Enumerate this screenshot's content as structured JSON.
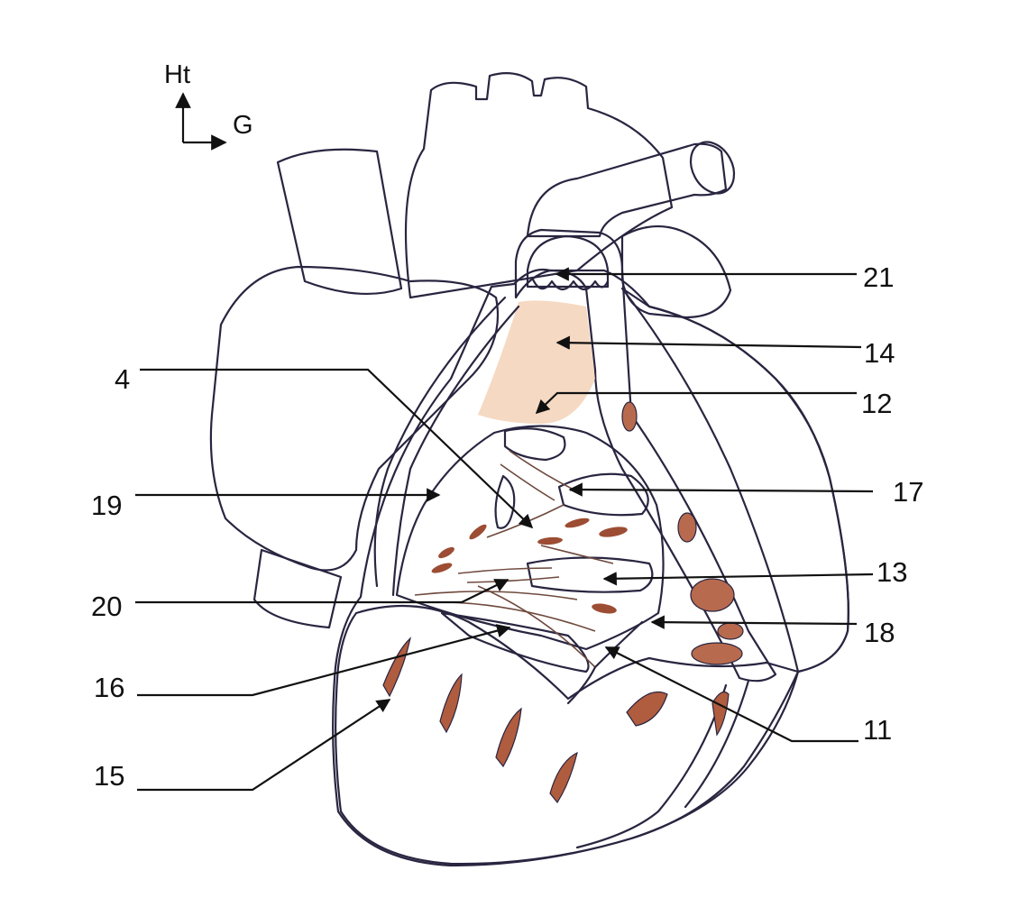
{
  "orientation": {
    "up_label": "Ht",
    "right_label": "G"
  },
  "labels": [
    {
      "id": "label-4",
      "text": "4"
    },
    {
      "id": "label-11",
      "text": "11"
    },
    {
      "id": "label-12",
      "text": "12"
    },
    {
      "id": "label-13",
      "text": "13"
    },
    {
      "id": "label-14",
      "text": "14"
    },
    {
      "id": "label-15",
      "text": "15"
    },
    {
      "id": "label-16",
      "text": "16"
    },
    {
      "id": "label-17",
      "text": "17"
    },
    {
      "id": "label-18",
      "text": "18"
    },
    {
      "id": "label-19",
      "text": "19"
    },
    {
      "id": "label-20",
      "text": "20"
    },
    {
      "id": "label-21",
      "text": "21"
    }
  ],
  "colors": {
    "aorta": "#d9582e",
    "vena_cava": "#3b55d4",
    "pulmonary_vein": "#7a78c4",
    "atrium": "#6f82c2",
    "myocardium": "#e7a888",
    "myocardium_light": "#f1c9ab",
    "muscle_dark": "#b45a3a",
    "cavity": "#f7f6f5",
    "outline": "#2a2540"
  }
}
